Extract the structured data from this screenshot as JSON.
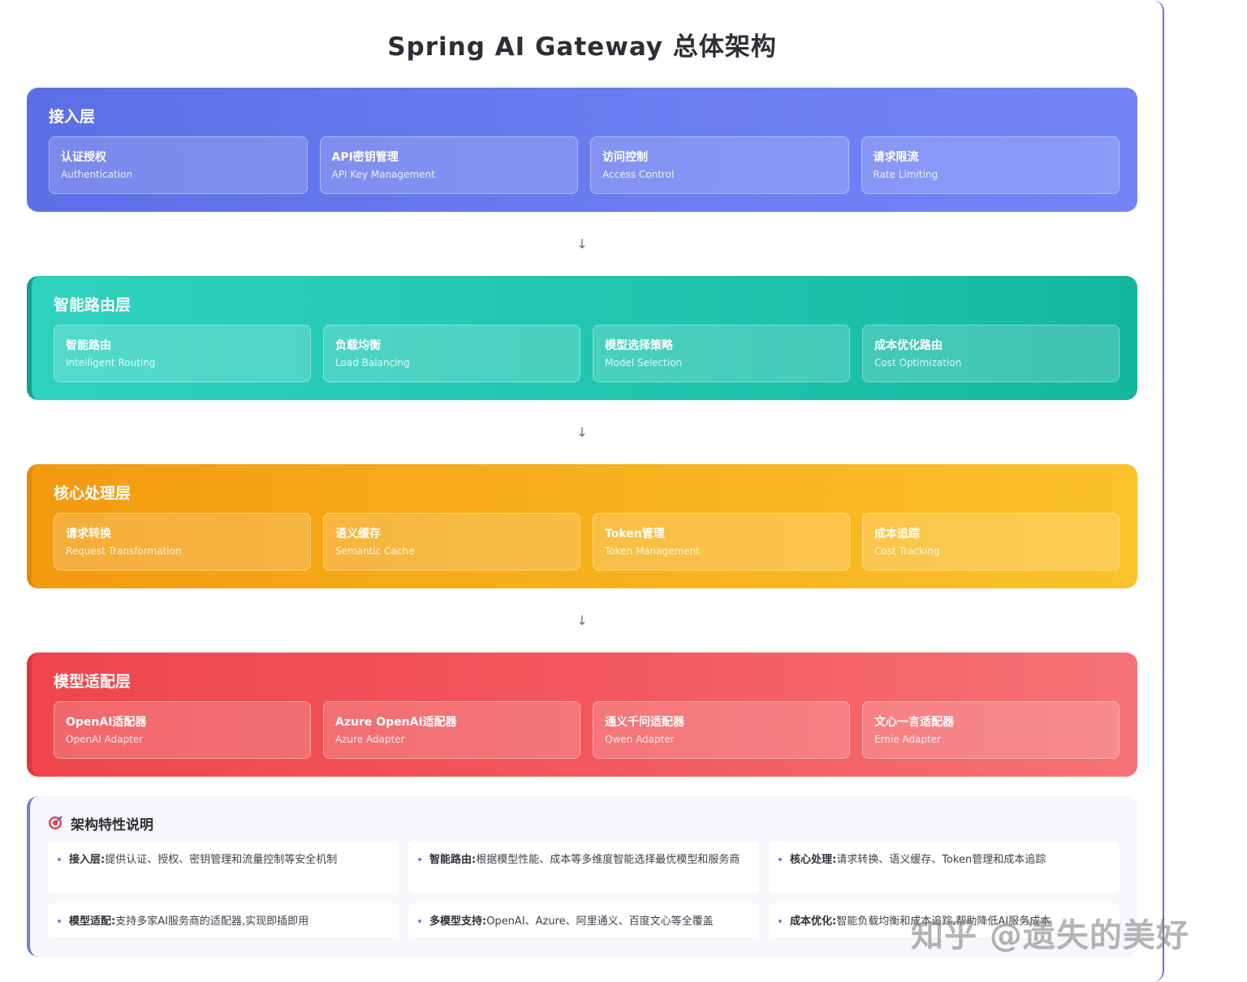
{
  "title": "Spring AI Gateway 总体架构",
  "arrow_glyph": "↓",
  "layers": [
    {
      "name": "接入层",
      "cards": [
        {
          "cn": "认证授权",
          "en": "Authentication"
        },
        {
          "cn": "API密钥管理",
          "en": "API Key Management"
        },
        {
          "cn": "访问控制",
          "en": "Access Control"
        },
        {
          "cn": "请求限流",
          "en": "Rate Limiting"
        }
      ]
    },
    {
      "name": "智能路由层",
      "cards": [
        {
          "cn": "智能路由",
          "en": "Intelligent Routing"
        },
        {
          "cn": "负载均衡",
          "en": "Load Balancing"
        },
        {
          "cn": "模型选择策略",
          "en": "Model Selection"
        },
        {
          "cn": "成本优化路由",
          "en": "Cost Optimization"
        }
      ]
    },
    {
      "name": "核心处理层",
      "cards": [
        {
          "cn": "请求转换",
          "en": "Request Transformation"
        },
        {
          "cn": "语义缓存",
          "en": "Semantic Cache"
        },
        {
          "cn": "Token管理",
          "en": "Token Management"
        },
        {
          "cn": "成本追踪",
          "en": "Cost Tracking"
        }
      ]
    },
    {
      "name": "模型适配层",
      "cards": [
        {
          "cn": "OpenAI适配器",
          "en": "OpenAI Adapter"
        },
        {
          "cn": "Azure OpenAI适配器",
          "en": "Azure Adapter"
        },
        {
          "cn": "通义千问适配器",
          "en": "Qwen Adapter"
        },
        {
          "cn": "文心一言适配器",
          "en": "Ernie Adapter"
        }
      ]
    }
  ],
  "features": {
    "title": "架构特性说明",
    "icon": "target-icon",
    "items": [
      {
        "key": "接入层:",
        "text": "提供认证、授权、密钥管理和流量控制等安全机制"
      },
      {
        "key": "智能路由:",
        "text": "根据模型性能、成本等多维度智能选择最优模型和服务商"
      },
      {
        "key": "核心处理:",
        "text": "请求转换、语义缓存、Token管理和成本追踪"
      },
      {
        "key": "模型适配:",
        "text": "支持多家AI服务商的适配器,实现即插即用"
      },
      {
        "key": "多模型支持:",
        "text": "OpenAI、Azure、阿里通义、百度文心等全覆盖"
      },
      {
        "key": "成本优化:",
        "text": "智能负载均衡和成本追踪,帮助降低AI服务成本"
      }
    ]
  },
  "watermark": "知乎 @遗失的美好"
}
